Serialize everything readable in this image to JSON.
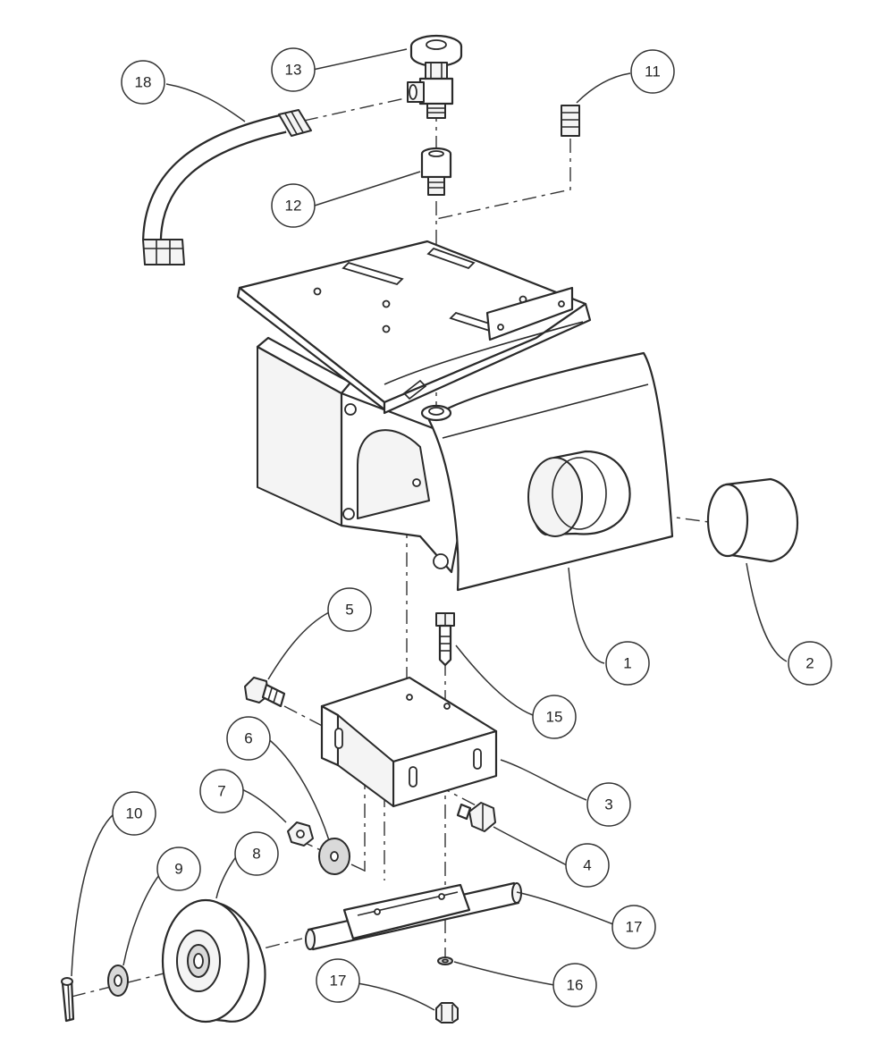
{
  "diagram": {
    "type": "exploded-parts-diagram",
    "colors": {
      "line": "#2a2a2a",
      "fill": "#ffffff",
      "shade": "#d9d9d9"
    },
    "callouts": [
      {
        "id": "c18a",
        "label": "18"
      },
      {
        "id": "c13",
        "label": "13"
      },
      {
        "id": "c11",
        "label": "11"
      },
      {
        "id": "c12",
        "label": "12"
      },
      {
        "id": "c5",
        "label": "5"
      },
      {
        "id": "c1",
        "label": "1"
      },
      {
        "id": "c2",
        "label": "2"
      },
      {
        "id": "c15",
        "label": "15"
      },
      {
        "id": "c6",
        "label": "6"
      },
      {
        "id": "c3",
        "label": "3"
      },
      {
        "id": "c7",
        "label": "7"
      },
      {
        "id": "c4",
        "label": "4"
      },
      {
        "id": "c10",
        "label": "10"
      },
      {
        "id": "c9",
        "label": "9"
      },
      {
        "id": "c8",
        "label": "8"
      },
      {
        "id": "c17a",
        "label": "17"
      },
      {
        "id": "c16",
        "label": "16"
      },
      {
        "id": "c17b",
        "label": "17"
      }
    ]
  }
}
